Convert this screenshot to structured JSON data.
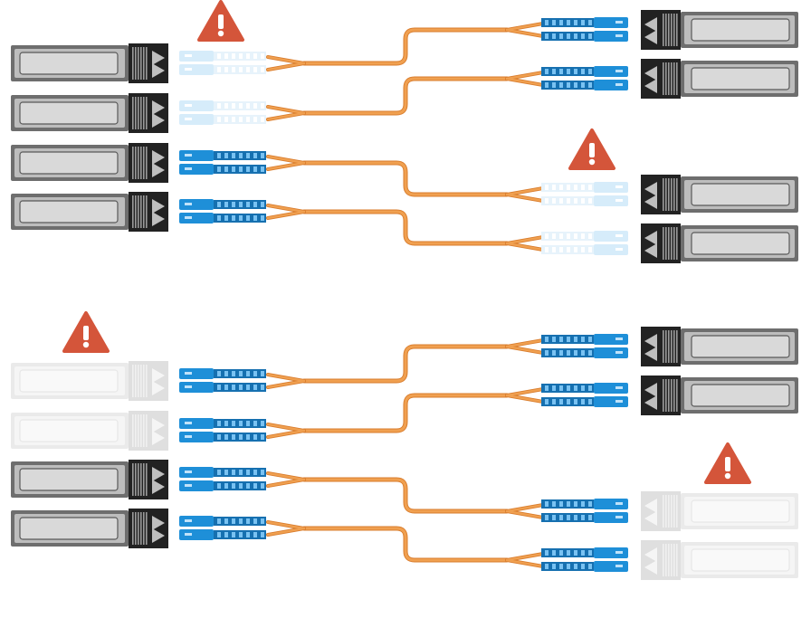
{
  "colors": {
    "warning": "#d4553a",
    "cable": "#f0a050",
    "cable_dark": "#d97d2e",
    "connector": "#1e8fd8",
    "connector_dark": "#1670b0",
    "connector_ghost": "#d6ecfa",
    "transceiver_body": "#6e6e6e",
    "transceiver_face": "#d9d9d9",
    "latch": "#222222"
  },
  "icons": {
    "warning": "warning-triangle-icon",
    "transceiver": "sfp-transceiver-icon",
    "connector": "duplex-lc-connector-icon"
  },
  "panels": [
    {
      "name": "top-cabling",
      "warnings": 2,
      "left_modules": [
        {
          "state": "present",
          "connector": "absent"
        },
        {
          "state": "present",
          "connector": "absent"
        },
        {
          "state": "present",
          "connector": "present"
        },
        {
          "state": "present",
          "connector": "present"
        }
      ],
      "right_modules": [
        {
          "state": "present",
          "connector": "present"
        },
        {
          "state": "present",
          "connector": "present"
        },
        {
          "state": "present",
          "connector": "absent"
        },
        {
          "state": "present",
          "connector": "absent"
        }
      ]
    },
    {
      "name": "bottom-cabling",
      "warnings": 2,
      "left_modules": [
        {
          "state": "absent",
          "connector": "present"
        },
        {
          "state": "absent",
          "connector": "present"
        },
        {
          "state": "present",
          "connector": "present"
        },
        {
          "state": "present",
          "connector": "present"
        }
      ],
      "right_modules": [
        {
          "state": "present",
          "connector": "present"
        },
        {
          "state": "present",
          "connector": "present"
        },
        {
          "state": "absent",
          "connector": "present"
        },
        {
          "state": "absent",
          "connector": "present"
        }
      ]
    }
  ]
}
